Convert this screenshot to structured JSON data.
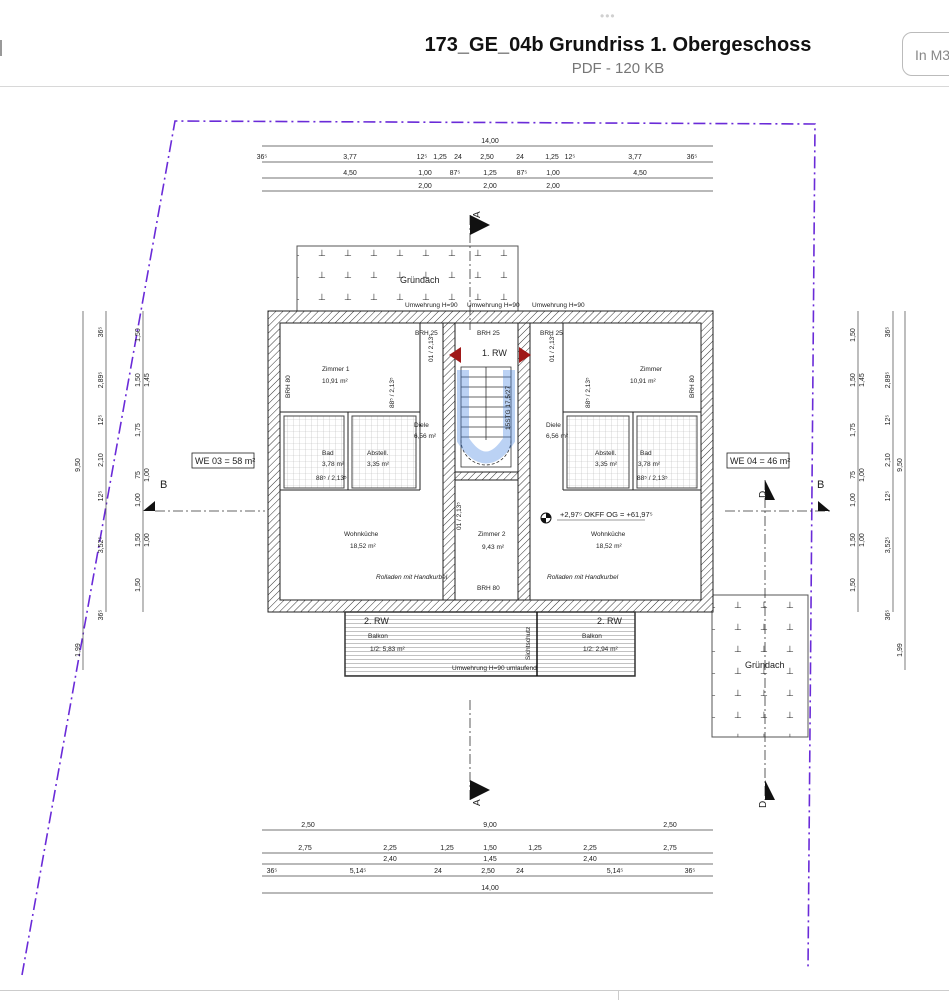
{
  "header": {
    "title": "173_GE_04b Grundriss 1. Obergeschoss",
    "subtitle": "PDF - 120 KB",
    "open_button": "In M3",
    "grabber": "•••"
  },
  "plan": {
    "units": {
      "we03": "WE 03 = 58 m²",
      "we04": "WE 04 = 46 m²"
    },
    "rooms": {
      "zimmer1": "Zimmer 1",
      "zimmer1_area": "10,91 m²",
      "zimmer_r": "Zimmer",
      "zimmer_r_area": "10,91 m²",
      "diele": "Diele",
      "diele_area": "6,56 m²",
      "bad": "Bad",
      "bad_area": "3,78 m²",
      "abstell": "Abstell.",
      "abstell_area": "3,35 m²",
      "wohnkueche": "Wohnküche",
      "wohnkueche_area": "18,52 m²",
      "zimmer2": "Zimmer 2",
      "zimmer2_area": "9,43 m²",
      "balkon": "Balkon",
      "balkon_l_area": "1/2: 5,83 m²",
      "balkon_r_area": "1/2: 2,94 m²",
      "gruendach": "Gründach"
    },
    "labels": {
      "umwehrung": "Umwehrung H=90",
      "umwehrung_umlaufend": "Umwehrung H=90 umlaufend",
      "brh25": "BRH 25",
      "brh80": "BRH 80",
      "rw1": "1. RW",
      "rw2": "2. RW",
      "rolladen": "Rolladen mit Handkurbel",
      "sichtschutz": "Sichtschutz",
      "stair": "15STG 17,5/27",
      "level": "+2,97⁵ OKFF OG = +61,97⁵",
      "door1": "01 / 2,13⁵",
      "door2": "88⁵ / 2,13⁵",
      "section_a": "A",
      "section_b": "B",
      "section_d": "D"
    },
    "dims_top": [
      [
        "14,00"
      ],
      [
        "36⁵",
        "3,77",
        "12⁵",
        "1,25",
        "24",
        "2,50",
        "24",
        "1,25",
        "12⁵",
        "3,77",
        "36⁵"
      ],
      [
        "4,50",
        "1,00",
        "87⁵",
        "1,25",
        "87⁵",
        "1,00",
        "4,50"
      ],
      [
        "2,00",
        "2,00",
        "2,00"
      ]
    ],
    "dims_bottom": [
      [
        "2,50",
        "9,00",
        "2,50"
      ],
      [
        "2,75",
        "2,25",
        "1,25",
        "1,50",
        "1,25",
        "2,25",
        "2,75"
      ],
      [
        "2,40",
        "1,45",
        "2,40"
      ],
      [
        "36⁵",
        "5,14⁵",
        "24",
        "2,50",
        "24",
        "5,14⁵",
        "36⁵"
      ],
      [
        "14,00"
      ]
    ],
    "dims_side_outer": [
      "9,50",
      "1,99"
    ],
    "dims_side_mid": [
      "36⁵",
      "2,89⁵",
      "12⁵",
      "2,10",
      "12⁵",
      "3,52⁵",
      "36⁵"
    ],
    "dims_side_inner": [
      "1,50",
      "1,50",
      "1,75",
      "75",
      "1,00",
      "1,50",
      "1,50"
    ],
    "dims_side_inner2": [
      "1,45",
      "1,00",
      "1,00"
    ]
  },
  "colors": {
    "boundary": "#6a2bd8",
    "arrow": "#a01818",
    "escape": "#3b7de0"
  }
}
